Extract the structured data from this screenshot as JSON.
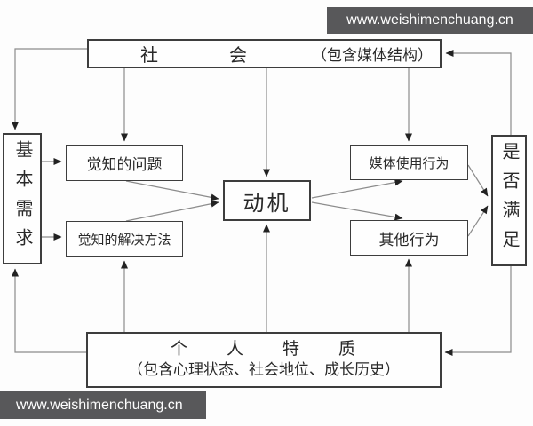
{
  "watermark": {
    "top_url": "www.weishimenchuang.cn",
    "bottom_url": "www.weishimenchuang.cn"
  },
  "colors": {
    "banner_bg": "#58585a",
    "banner_text": "#ffffff",
    "box_border": "#3d3d3d",
    "connector_line": "#8c8c8c",
    "arrowhead": "#222222",
    "background": "#fdfdfd",
    "text": "#2a2a2a"
  },
  "diagram": {
    "nodes": {
      "society": {
        "title": "社　　　　会",
        "note": "（包含媒体结构）"
      },
      "basic_needs": {
        "label": "基本需求"
      },
      "perceived_problem": {
        "label": "觉知的问题"
      },
      "perceived_solution": {
        "label": "觉知的解决方法"
      },
      "motivation": {
        "label": "动机"
      },
      "media_use_behavior": {
        "label": "媒体使用行为"
      },
      "other_behavior": {
        "label": "其他行为"
      },
      "satisfied": {
        "label": "是否满足"
      },
      "personal_traits": {
        "title": "个　　人　　特　　质",
        "note": "（包含心理状态、社会地位、成长历史）"
      }
    },
    "edges": [
      "society -> basic_needs",
      "society -> perceived_problem",
      "society -> motivation",
      "society -> media_use_behavior",
      "basic_needs -> perceived_problem",
      "basic_needs -> perceived_solution",
      "perceived_problem -> motivation",
      "perceived_solution -> motivation",
      "motivation -> media_use_behavior",
      "motivation -> other_behavior",
      "media_use_behavior -> satisfied",
      "other_behavior -> satisfied",
      "satisfied -> society",
      "satisfied -> personal_traits",
      "personal_traits -> basic_needs",
      "personal_traits -> perceived_solution",
      "personal_traits -> motivation",
      "personal_traits -> other_behavior"
    ]
  }
}
